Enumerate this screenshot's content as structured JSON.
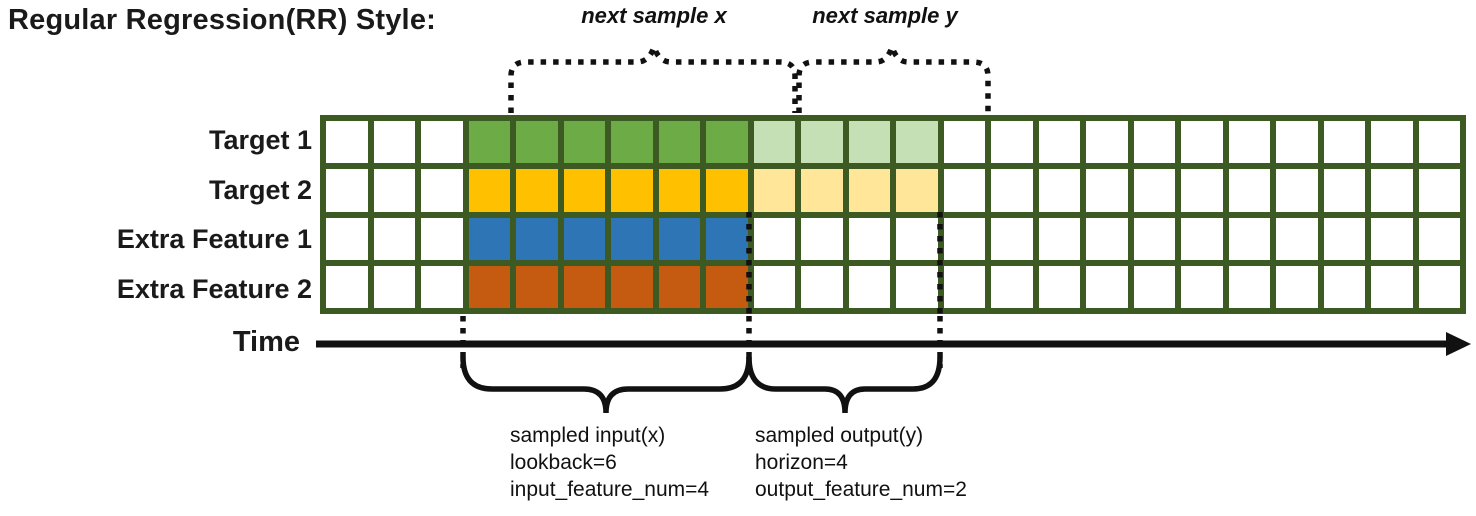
{
  "title": "Regular Regression(RR) Style:",
  "time_axis": {
    "label": "Time"
  },
  "annotations": {
    "next_sample_x": "next sample x",
    "next_sample_y": "next sample y",
    "input_block": {
      "line1": "sampled input(x)",
      "line2": "lookback=6",
      "line3": "input_feature_num=4"
    },
    "output_block": {
      "line1": "sampled output(y)",
      "line2": "horizon=4",
      "line3": "output_feature_num=2"
    }
  },
  "grid": {
    "columns": 24,
    "lead_blank_cols": 3,
    "input_cols": 6,
    "output_cols": 4,
    "lookback": 6,
    "horizon": 4,
    "input_feature_num": 4,
    "output_feature_num": 2,
    "rows": [
      {
        "label": "Target 1",
        "input_color": "#6CAB45",
        "output_color": "#C5E0B4"
      },
      {
        "label": "Target 2",
        "input_color": "#FFC000",
        "output_color": "#FFE699"
      },
      {
        "label": "Extra Feature 1",
        "input_color": "#2E75B6",
        "output_color": null
      },
      {
        "label": "Extra Feature 2",
        "input_color": "#C55A11",
        "output_color": null
      }
    ]
  },
  "colors": {
    "grid_border": "#3D5A23",
    "blank_cell": "#FFFFFF",
    "annotation_stroke": "#111111"
  }
}
